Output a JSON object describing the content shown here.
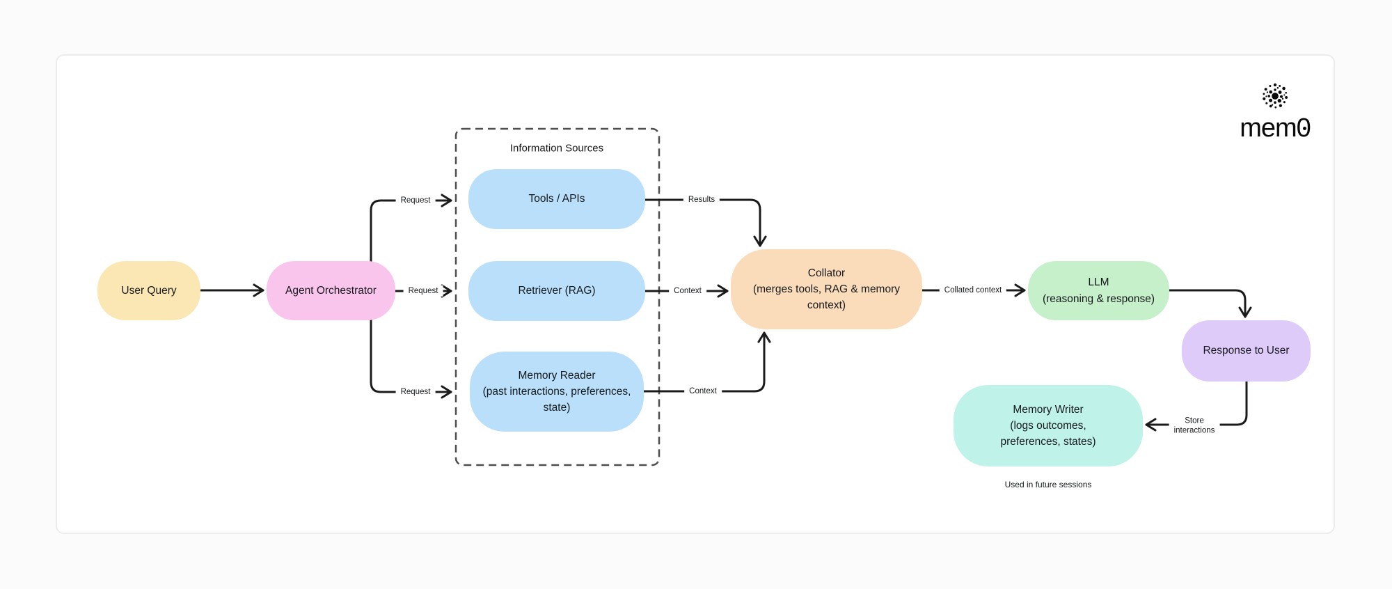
{
  "colors": {
    "page_bg": "#fbfbfb",
    "card_bg": "#ffffff",
    "card_border": "#ececec",
    "edge_line": "#1b1b1b",
    "dashed_group_border": "#4e4e4e",
    "text": "#15181b",
    "node_user_query": "#fbe7b3",
    "node_agent_orchestrator": "#fac5ec",
    "node_information_source": "#b9dffb",
    "node_collator": "#fbdcba",
    "node_llm": "#c6f0ca",
    "node_response_to_user": "#decbf9",
    "node_memory_writer": "#bff2e9"
  },
  "logo": {
    "text": "mem0"
  },
  "group": {
    "title": "Information Sources"
  },
  "nodes": {
    "user_query": {
      "label": "User Query"
    },
    "agent_orchestrator": {
      "label": "Agent Orchestrator"
    },
    "tools_apis": {
      "label": "Tools / APIs"
    },
    "retriever": {
      "label": "Retriever (RAG)"
    },
    "memory_reader": {
      "label": "Memory Reader\n(past interactions, preferences,\nstate)"
    },
    "collator": {
      "label": "Collator\n(merges tools, RAG & memory\ncontext)"
    },
    "llm": {
      "label": "LLM\n(reasoning & response)"
    },
    "response_to_user": {
      "label": "Response to User"
    },
    "memory_writer": {
      "label": "Memory Writer\n(logs outcomes,\npreferences, states)"
    }
  },
  "edge_labels": {
    "orchestrator_to_tools": "Request",
    "orchestrator_to_retriever": "Request",
    "orchestrator_to_memory_reader": "Request",
    "tools_to_collator": "Results",
    "retriever_to_collator": "Context",
    "memory_reader_to_collator": "Context",
    "collator_to_llm": "Collated context",
    "response_to_memory_writer": "Store\ninteractions"
  },
  "caption": {
    "memory_note": "Used in future sessions"
  }
}
